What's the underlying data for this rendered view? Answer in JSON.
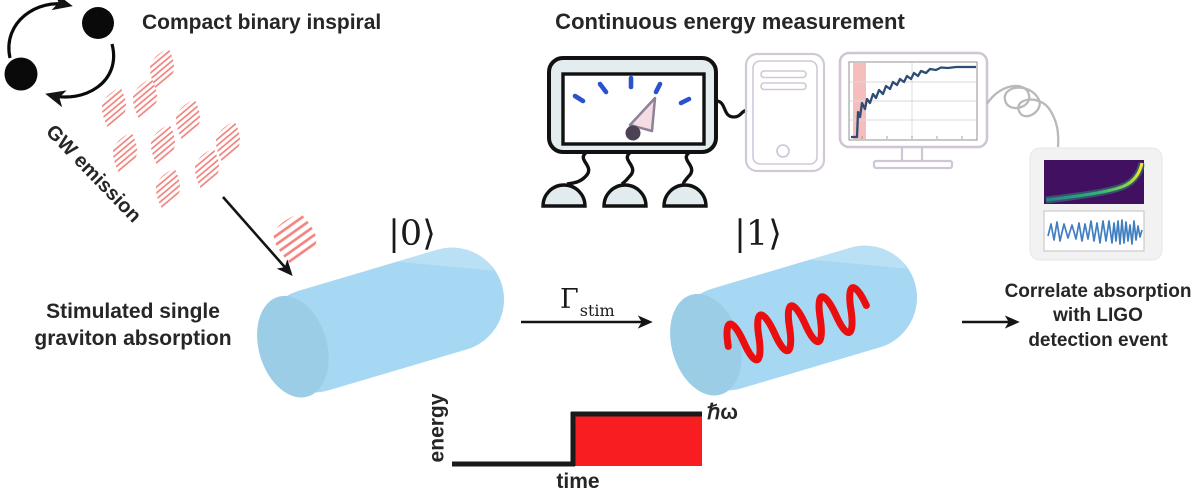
{
  "figure": {
    "binary": {
      "title": "Compact binary inspiral",
      "emission_label": "GW emission"
    },
    "absorption": {
      "caption_line1": "Stimulated single",
      "caption_line2": "graviton absorption",
      "state_initial": "|0⟩",
      "state_final": "|1⟩",
      "rate_symbol": "Γ",
      "rate_subscript": "stim"
    },
    "measurement": {
      "title": "Continuous energy measurement"
    },
    "correlation": {
      "line1": "Correlate absorption",
      "line2": "with LIGO",
      "line3": "detection event"
    },
    "energy_plot": {
      "ylabel": "energy",
      "xlabel": "time",
      "level_label": "ℏω"
    },
    "colors": {
      "cavity_body": "#a7d8f3",
      "cavity_cap": "#9bcde6",
      "photon_red": "#ea0e0e",
      "packet_pink": "#f2837e",
      "step_red": "#f81d20",
      "tick_blue": "#2b52cc",
      "trace_navy": "#2e4d73",
      "band_pink": "#f6bdbd",
      "outline_lavender": "#cfc5d5",
      "spectrogram_bg": "#411060",
      "waveform_blue": "#3f7fc1"
    }
  }
}
